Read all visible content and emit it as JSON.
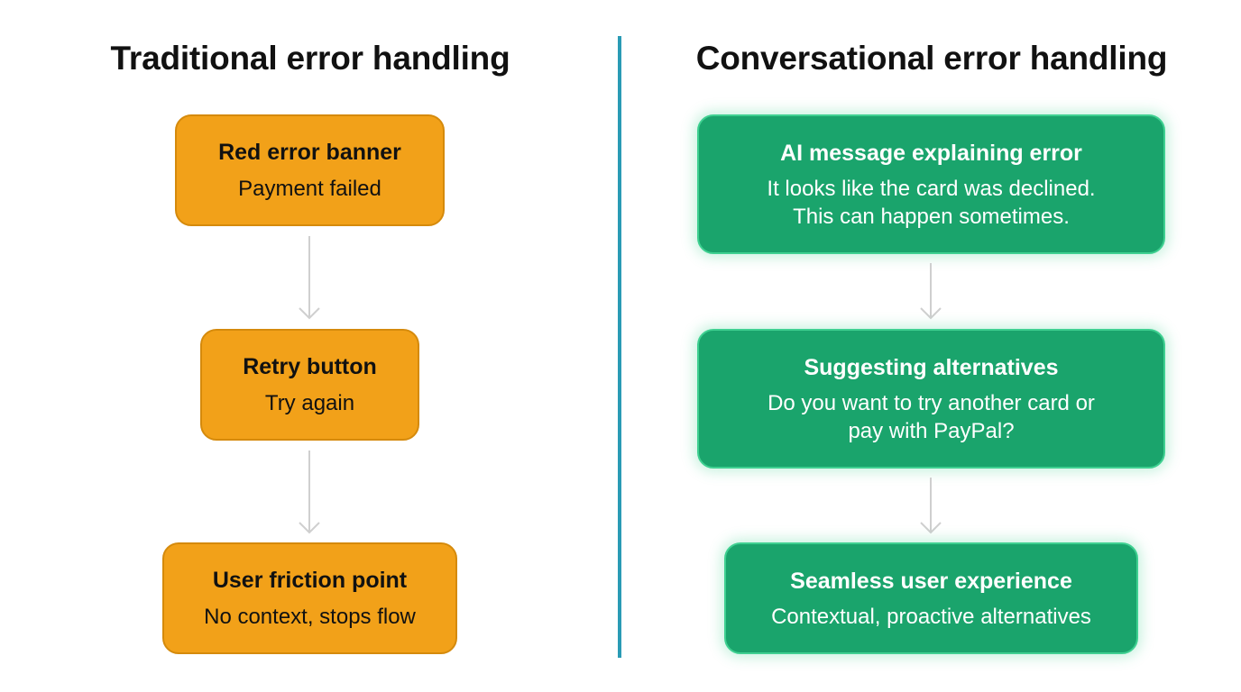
{
  "left": {
    "title": "Traditional error handling",
    "steps": [
      {
        "title": "Red error banner",
        "lines": [
          "Payment failed"
        ]
      },
      {
        "title": "Retry button",
        "lines": [
          "Try again"
        ]
      },
      {
        "title": "User friction point",
        "lines": [
          "No context, stops flow"
        ]
      }
    ]
  },
  "right": {
    "title": "Conversational error handling",
    "steps": [
      {
        "title": "AI message explaining error",
        "lines": [
          "It looks like the card was declined.",
          "This can happen sometimes."
        ]
      },
      {
        "title": "Suggesting alternatives",
        "lines": [
          "Do you want to try another card or",
          "pay with PayPal?"
        ]
      },
      {
        "title": "Seamless user experience",
        "lines": [
          "Contextual, proactive alternatives"
        ]
      }
    ]
  },
  "colors": {
    "traditional_box": "#f2a119",
    "conversational_box": "#1aa46c",
    "divider": "#2a9bb5",
    "arrow": "#cfcfcf"
  }
}
